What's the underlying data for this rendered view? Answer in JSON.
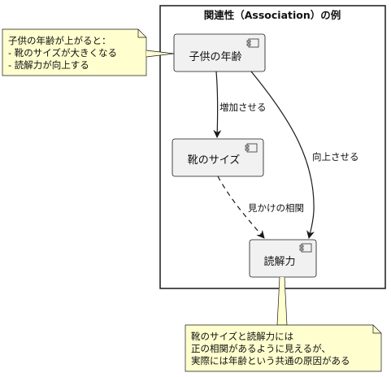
{
  "package": {
    "title": "関連性（Association）の例"
  },
  "components": [
    {
      "id": "child_age",
      "label": "子供の年齢"
    },
    {
      "id": "shoe_size",
      "label": "靴のサイズ"
    },
    {
      "id": "reading",
      "label": "読解力"
    }
  ],
  "edges": [
    {
      "from": "child_age",
      "to": "shoe_size",
      "label": "増加させる",
      "style": "solid"
    },
    {
      "from": "child_age",
      "to": "reading",
      "label": "向上させる",
      "style": "solid"
    },
    {
      "from": "shoe_size",
      "to": "reading",
      "label": "見かけの相関",
      "style": "dashed"
    }
  ],
  "notes": [
    {
      "id": "note_top",
      "lines": [
        "子供の年齢が上がると：",
        "- 靴のサイズが大きくなる",
        "- 読解力が向上する"
      ]
    },
    {
      "id": "note_bottom",
      "lines": [
        "靴のサイズと読解力には",
        "正の相関があるように見えるが、",
        "実際には年齢という共通の原因がある"
      ]
    }
  ],
  "colors": {
    "note_fill": "#fefece",
    "component_fill": "#f1f1f1",
    "stroke": "#181818"
  }
}
